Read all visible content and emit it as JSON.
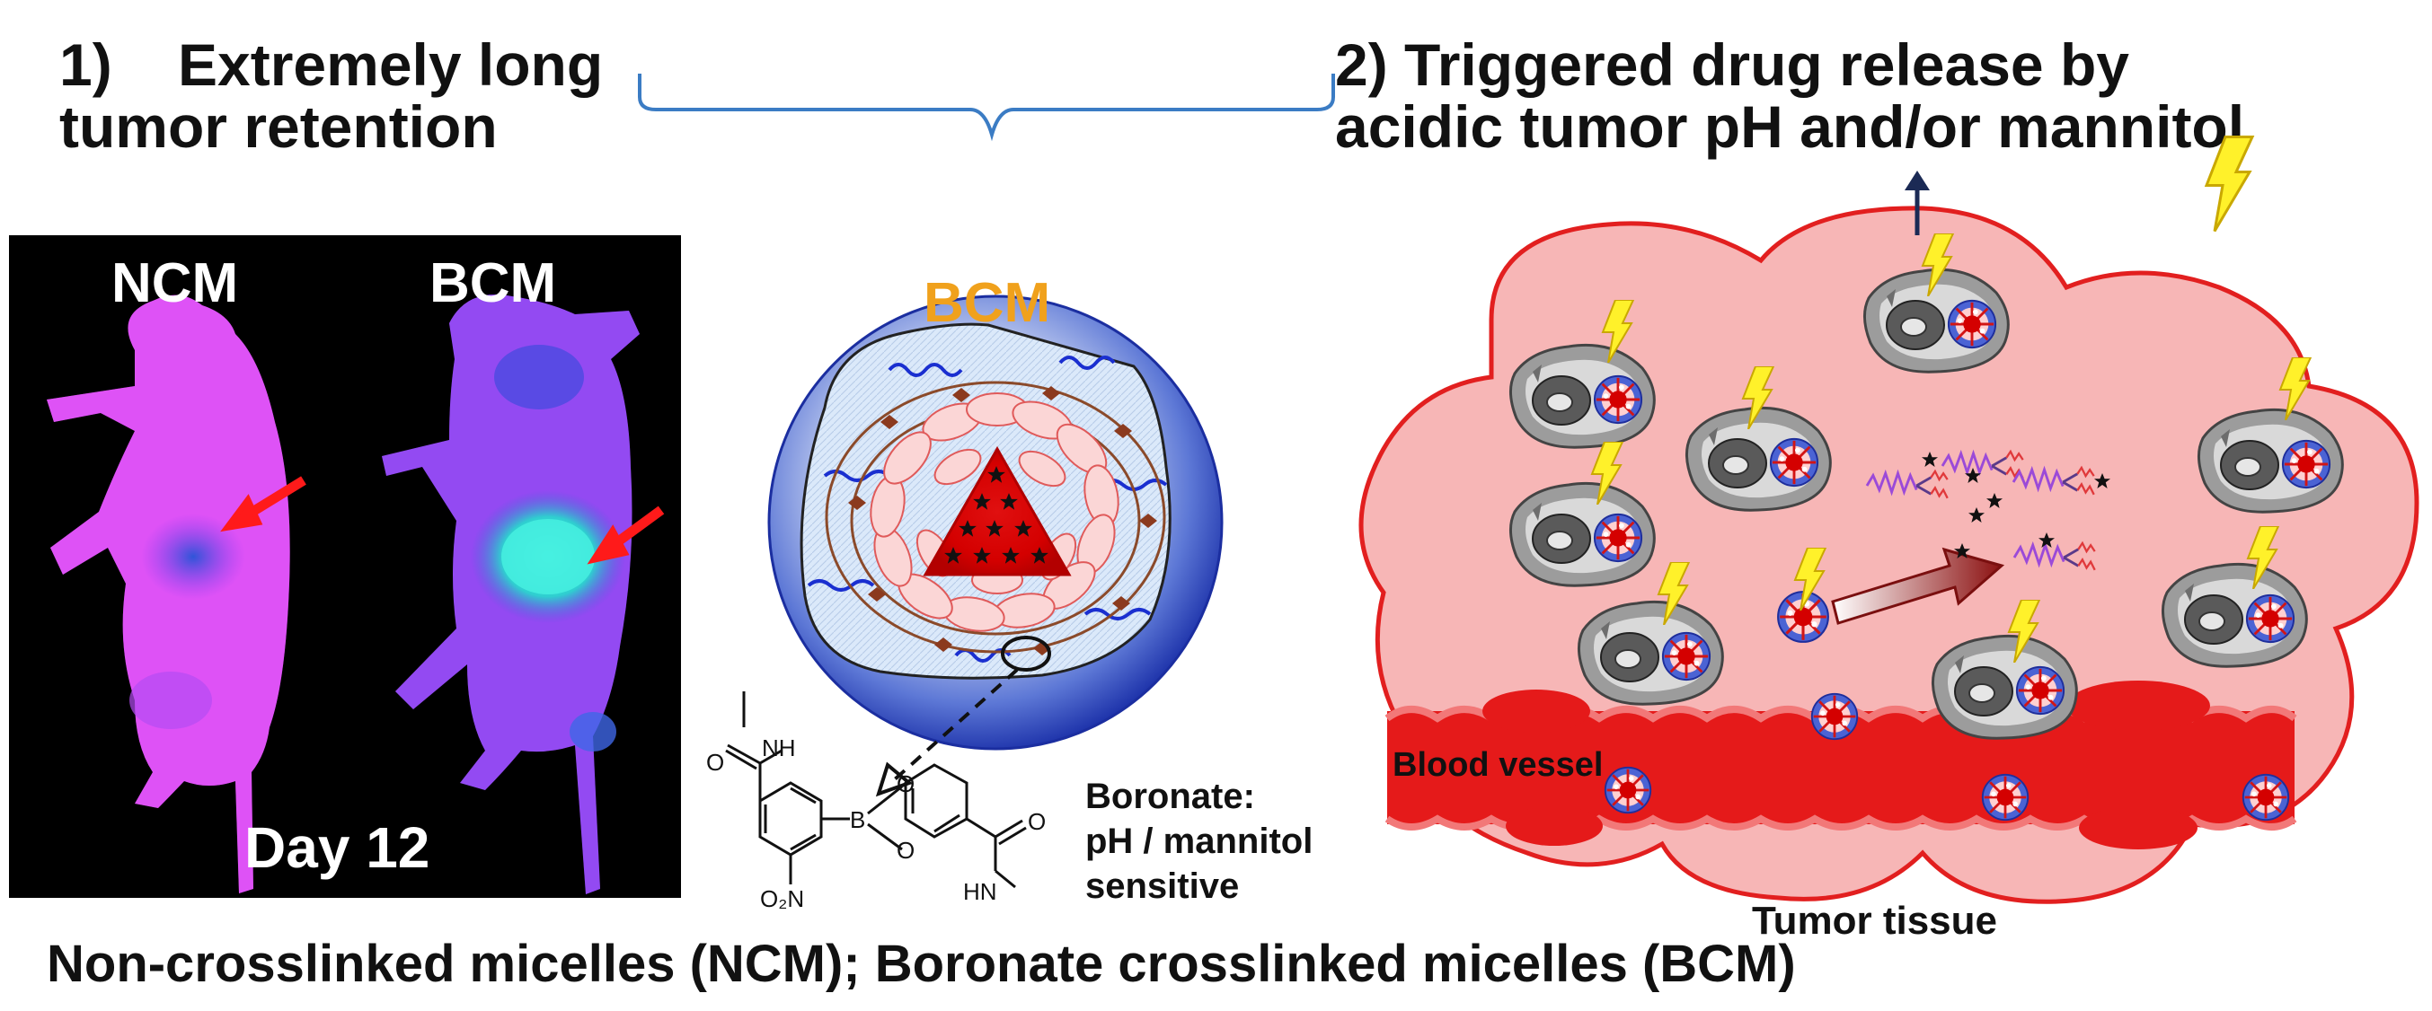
{
  "headings": {
    "left_line1": "1)    Extremely long",
    "left_line2": "tumor retention",
    "right_line1": "2) Triggered drug release by",
    "right_line2": "acidic tumor pH and/or mannitol"
  },
  "mouse_panel": {
    "label_ncm": "NCM",
    "label_bcm": "BCM",
    "day_label": "Day 12"
  },
  "micelle": {
    "label": "BCM",
    "label_color": "#f0a11c"
  },
  "chemistry": {
    "nh_top": "NH",
    "o_top": "O",
    "boron": "B",
    "o_ring_1": "O",
    "o_ring_2": "O",
    "no2": "O₂N",
    "o_right": "O",
    "hn_right": "HN",
    "boronate_line1": "Boronate:",
    "boronate_line2": "pH / mannitol",
    "boronate_line3": "sensitive"
  },
  "tumor": {
    "blood_vessel": "Blood vessel",
    "tumor_tissue": "Tumor tissue",
    "tissue_color": "#f7b6b6",
    "vessel_color": "#e51a1a"
  },
  "footer": {
    "caption": "Non-crosslinked micelles (NCM); Boronate crosslinked micelles (BCM)"
  },
  "icons": {
    "lightning": "lightning-bolt-icon",
    "cell": "tumor-cell-icon",
    "star": "drug-star-icon"
  }
}
